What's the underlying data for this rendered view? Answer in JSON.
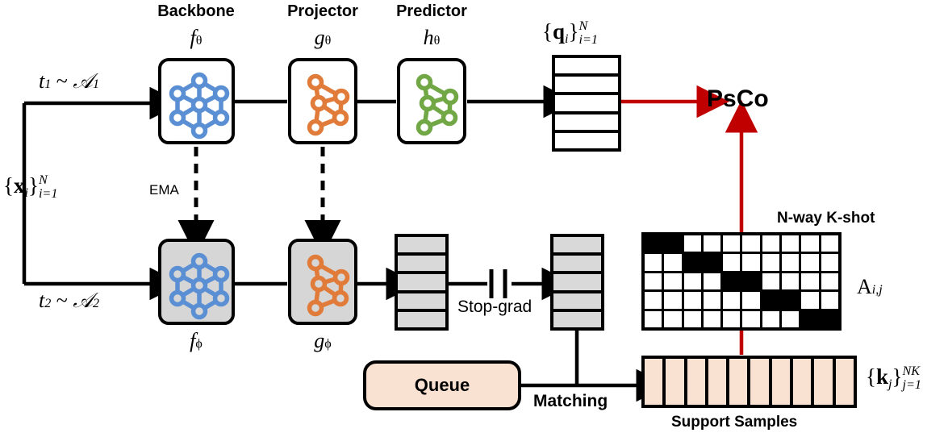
{
  "diagram": {
    "title": "PsCo framework overview",
    "colors": {
      "backbone_net": "#5b8fd4",
      "projector_net": "#e07b39",
      "predictor_net": "#71a845",
      "shaded_box": "#d6d6d6",
      "vector_gray": "#d9d9d9",
      "peach": "#fae2d2",
      "red_accent": "#c00000",
      "stroke": "#000000"
    }
  },
  "headers": {
    "backbone": "Backbone",
    "projector": "Projector",
    "predictor": "Predictor"
  },
  "module_labels": {
    "backbone_online": "f",
    "backbone_online_sub": "θ",
    "projector_online": "g",
    "projector_online_sub": "θ",
    "predictor_online": "h",
    "predictor_online_sub": "θ",
    "backbone_target": "f",
    "backbone_target_sub": "ϕ",
    "projector_target": "g",
    "projector_target_sub": "ϕ"
  },
  "inputs": {
    "dataset_brace_open": "{",
    "dataset_var": "x",
    "dataset_var_sub": "i",
    "dataset_brace_close": "}",
    "dataset_sup": "N",
    "dataset_sub": "i=1",
    "aug1": "t",
    "aug1_sub": "1",
    "aug1_tilde": "~",
    "aug1_family": "𝒜",
    "aug1_family_sub": "1",
    "aug2": "t",
    "aug2_sub": "2",
    "aug2_tilde": "~",
    "aug2_family": "𝒜",
    "aug2_family_sub": "2"
  },
  "queries": {
    "brace_open": "{",
    "var": "q",
    "var_sub": "i",
    "brace_close": "}",
    "sup": "N",
    "sub": "i=1",
    "cells": 5
  },
  "keys": {
    "brace_open": "{",
    "var": "k",
    "var_sub": "j",
    "brace_close": "}",
    "sup": "NK",
    "sub": "j=1",
    "cells": 10
  },
  "vectors": {
    "target_feature_cells": 5,
    "matched_feature_cells": 5
  },
  "edges": {
    "ema_label": "EMA",
    "stop_grad_label": "Stop-grad",
    "matching_label": "Matching"
  },
  "blocks": {
    "queue_label": "Queue",
    "support_samples_label": "Support Samples",
    "method_name": "PsCo"
  },
  "matrix": {
    "caption": "N-way K-shot",
    "symbol_main": "A",
    "symbol_sub": "i,j",
    "rows": 5,
    "cols": 10,
    "cells": [
      [
        1,
        1,
        0,
        0,
        0,
        0,
        0,
        0,
        0,
        0
      ],
      [
        0,
        0,
        1,
        1,
        0,
        0,
        0,
        0,
        0,
        0
      ],
      [
        0,
        0,
        0,
        0,
        1,
        1,
        0,
        0,
        0,
        0
      ],
      [
        0,
        0,
        0,
        0,
        0,
        0,
        1,
        1,
        0,
        0
      ],
      [
        0,
        0,
        0,
        0,
        0,
        0,
        0,
        0,
        1,
        1
      ]
    ]
  }
}
